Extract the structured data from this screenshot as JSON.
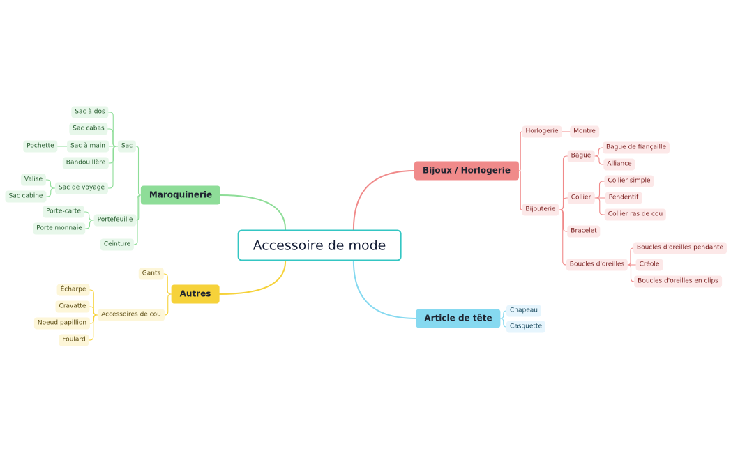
{
  "root": {
    "label": "Accessoire de mode"
  },
  "branches": [
    {
      "id": "bijoux",
      "label": "Bijoux / Horlogerie",
      "color": "#f08a8a",
      "fill": "#fce8e8",
      "text": "#7a2020",
      "children": [
        {
          "label": "Horlogerie",
          "children": [
            {
              "label": "Montre"
            }
          ]
        },
        {
          "label": "Bijouterie",
          "children": [
            {
              "label": "Bague",
              "children": [
                {
                  "label": "Bague de fiançaille"
                },
                {
                  "label": "Alliance"
                }
              ]
            },
            {
              "label": "Collier",
              "children": [
                {
                  "label": "Collier simple"
                },
                {
                  "label": "Pendentif"
                },
                {
                  "label": "Collier ras de cou"
                }
              ]
            },
            {
              "label": "Bracelet"
            },
            {
              "label": "Boucles d'oreilles",
              "children": [
                {
                  "label": "Boucles d'oreilles pendante"
                },
                {
                  "label": "Créole"
                },
                {
                  "label": "Boucles d'oreilles en clips"
                }
              ]
            }
          ]
        }
      ]
    },
    {
      "id": "tete",
      "label": "Article de tête",
      "color": "#86d9f0",
      "fill": "#e6f5fd",
      "text": "#1a4a5e",
      "children": [
        {
          "label": "Chapeau"
        },
        {
          "label": "Casquette"
        }
      ]
    },
    {
      "id": "maro",
      "label": "Maroquinerie",
      "color": "#8edd98",
      "fill": "#e7f7ea",
      "text": "#245a2c",
      "children": [
        {
          "label": "Sac",
          "children": [
            {
              "label": "Sac à dos"
            },
            {
              "label": "Sac cabas"
            },
            {
              "label": "Sac à main",
              "children": [
                {
                  "label": "Pochette"
                }
              ]
            },
            {
              "label": "Bandouillère"
            },
            {
              "label": "Sac de voyage",
              "children": [
                {
                  "label": "Valise"
                },
                {
                  "label": "Sac cabine"
                }
              ]
            }
          ]
        },
        {
          "label": "Portefeuille",
          "children": [
            {
              "label": "Porte-carte"
            },
            {
              "label": "Porte monnaie"
            }
          ]
        },
        {
          "label": "Ceinture"
        }
      ]
    },
    {
      "id": "autres",
      "label": "Autres",
      "color": "#f6d23a",
      "fill": "#fdf6d8",
      "text": "#5a4a10",
      "children": [
        {
          "label": "Gants"
        },
        {
          "label": "Accessoires de cou",
          "children": [
            {
              "label": "Écharpe"
            },
            {
              "label": "Cravatte"
            },
            {
              "label": "Noeud papillion"
            },
            {
              "label": "Foulard"
            }
          ]
        }
      ]
    }
  ]
}
